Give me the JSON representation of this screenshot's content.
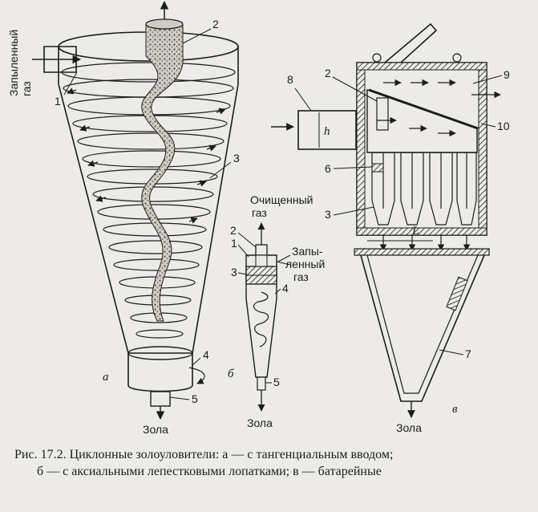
{
  "figure_a": {
    "inlet_label": "Запыленный газ",
    "inlet_line1": "Запыленный",
    "inlet_line2": "газ",
    "callouts": [
      "1",
      "2",
      "3",
      "4",
      "5"
    ],
    "letter": "а",
    "outlet_label": "Зола"
  },
  "figure_b": {
    "clean_gas_line1": "Очищенный",
    "clean_gas_line2": "газ",
    "dusty_gas_line1": "Запы-",
    "dusty_gas_line2": "ленный",
    "dusty_gas_line3": "газ",
    "callouts": [
      "1",
      "2",
      "3",
      "4",
      "5"
    ],
    "letter": "б",
    "outlet_label": "Зола"
  },
  "figure_c": {
    "callouts": [
      "2",
      "3",
      "6",
      "7",
      "8",
      "9",
      "10"
    ],
    "dim_h": "h",
    "dim_L": "L",
    "letter": "в",
    "outlet_label": "Зола"
  },
  "caption": {
    "line1": "Рис. 17.2. Циклонные золоуловители: а — с тангенциальным вводом;",
    "line2": "б — с аксиальными лепестковыми лопатками; в — батарейные"
  }
}
